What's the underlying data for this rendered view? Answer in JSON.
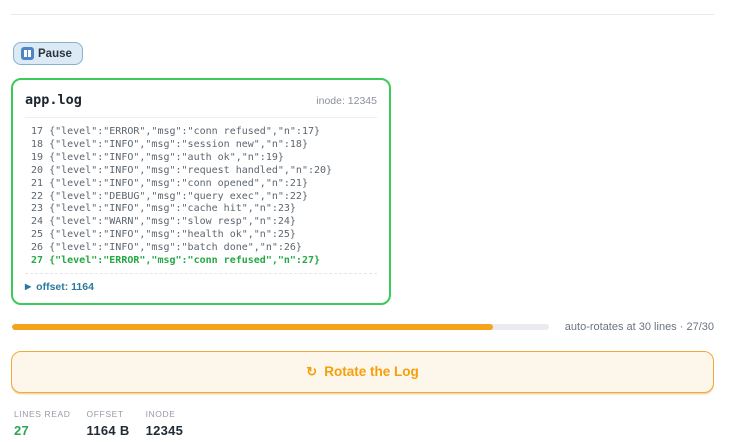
{
  "toolbar": {
    "pause_label": "Pause"
  },
  "log_panel": {
    "filename": "app.log",
    "inode_label": "inode: 12345",
    "lines": [
      {
        "num": "17",
        "text": "{\"level\":\"ERROR\",\"msg\":\"conn refused\",\"n\":17}",
        "highlight": false
      },
      {
        "num": "18",
        "text": "{\"level\":\"INFO\",\"msg\":\"session new\",\"n\":18}",
        "highlight": false
      },
      {
        "num": "19",
        "text": "{\"level\":\"INFO\",\"msg\":\"auth ok\",\"n\":19}",
        "highlight": false
      },
      {
        "num": "20",
        "text": "{\"level\":\"INFO\",\"msg\":\"request handled\",\"n\":20}",
        "highlight": false
      },
      {
        "num": "21",
        "text": "{\"level\":\"INFO\",\"msg\":\"conn opened\",\"n\":21}",
        "highlight": false
      },
      {
        "num": "22",
        "text": "{\"level\":\"DEBUG\",\"msg\":\"query exec\",\"n\":22}",
        "highlight": false
      },
      {
        "num": "23",
        "text": "{\"level\":\"INFO\",\"msg\":\"cache hit\",\"n\":23}",
        "highlight": false
      },
      {
        "num": "24",
        "text": "{\"level\":\"WARN\",\"msg\":\"slow resp\",\"n\":24}",
        "highlight": false
      },
      {
        "num": "25",
        "text": "{\"level\":\"INFO\",\"msg\":\"health ok\",\"n\":25}",
        "highlight": false
      },
      {
        "num": "26",
        "text": "{\"level\":\"INFO\",\"msg\":\"batch done\",\"n\":26}",
        "highlight": false
      },
      {
        "num": "27",
        "text": "{\"level\":\"ERROR\",\"msg\":\"conn refused\",\"n\":27}",
        "highlight": true
      }
    ],
    "offset_caret": "▶",
    "offset_label": "offset: 1164"
  },
  "progress": {
    "percent": 89.5,
    "caption": "auto-rotates at 30 lines · 27/30"
  },
  "rotate_button": {
    "icon": "↻",
    "label": "Rotate the Log"
  },
  "stats": [
    {
      "label": "LINES READ",
      "value": "27",
      "green": true
    },
    {
      "label": "OFFSET",
      "value": "1164 B",
      "green": false
    },
    {
      "label": "INODE",
      "value": "12345",
      "green": false
    }
  ],
  "colors": {
    "panel_border_green": "#3ccb5a",
    "highlight_green": "#27a844",
    "offset_teal": "#2b7a9b",
    "progress_orange": "#f5a31a",
    "rotate_orange": "#f59f0a",
    "stat_green": "#2ea44f"
  }
}
